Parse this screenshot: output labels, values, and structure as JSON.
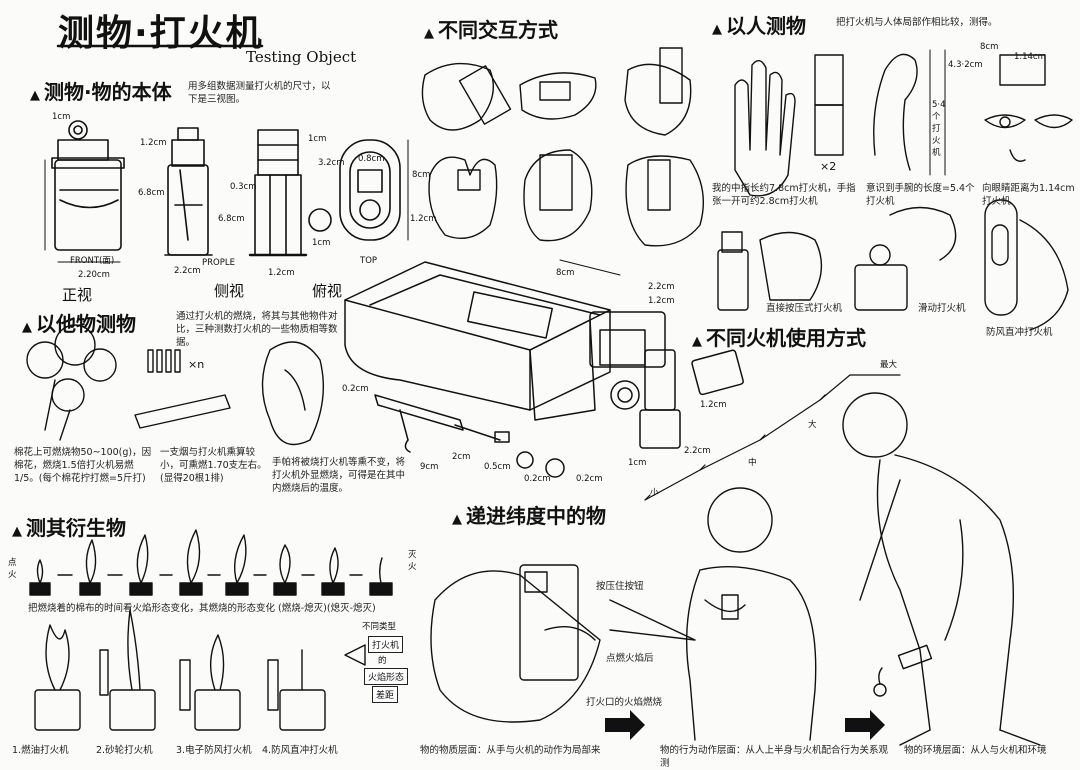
{
  "header": {
    "title": "测物·打火机",
    "subtitle": "Testing Object"
  },
  "sections": {
    "object_body": {
      "heading": "测物·物的本体",
      "note": "用多组数据测量打火机的尺寸，以下是三视图。",
      "views": [
        "正视",
        "侧视",
        "俯视"
      ],
      "view_tags": [
        "FRONT(面)",
        "PROPLE",
        "TOP"
      ],
      "dims": [
        "1cm",
        "1.2cm",
        "6.8cm",
        "0.3cm",
        "6.8cm",
        "3.2cm",
        "0.8cm",
        "8cm",
        "1.2cm",
        "1cm",
        "2.20cm",
        "2.2cm",
        "1.2cm",
        "1cm"
      ]
    },
    "interaction": {
      "heading": "不同交互方式"
    },
    "human": {
      "heading": "以人测物",
      "note": "把打火机与人体局部作相比较，测得。",
      "palm_note": "我的中指长约7.8cm打火机，手指张一开可约2.8cm打火机",
      "wrist_note": "意识到手腕的长度=5.4个打火机",
      "eye_note": "向眼睛距离为1.14cm打火机",
      "count": "×2",
      "dims": [
        "8cm",
        "4.3·2cm",
        "5·4个打火机",
        "1.14cm"
      ]
    },
    "other_objects": {
      "heading": "以他物测物",
      "note": "通过打火机的燃烧，将其与其他物件对比，三种测数打火机的一些物质相等数据。",
      "count_label": "×n",
      "cotton_note": "棉花上可燃烧物50~100(g)，因棉花，燃烧1.5倍打火机易燃1/5。(每个棉花拧打燃=5斤打)",
      "cigarette_note": "一支烟与打火机熏算较小，可熏燃1.70支左右。(显得20根1排)",
      "paper_note": "手帕将被烧打火机等熏不变，将打火机外显燃烧，可得是在其中内燃烧后的温度。"
    },
    "derivatives": {
      "heading": "测其衍生物",
      "side_left": "点火",
      "side_right": "灭火",
      "note": "把燃烧着的棉布的时间看火焰形态变化，其燃烧的形态变化 (燃烧-熄灭)(熄灭-熄灭)",
      "lighter_labels": [
        "1.燃油打火机",
        "2.砂轮打火机",
        "3.电子防风打火机",
        "4.防风直冲打火机"
      ],
      "legend_title": "不同类型",
      "legend_items": [
        "打火机",
        "的",
        "火焰形态",
        "差距"
      ]
    },
    "usage": {
      "heading": "不同火机使用方式",
      "exploded_dims": [
        "8cm",
        "2.2cm",
        "1.2cm",
        "0.2cm",
        "2cm",
        "0.5cm",
        "0.2cm",
        "0.2cm",
        "1cm",
        "1.2cm",
        "2.2cm",
        "9cm"
      ],
      "press_note": "直接按压式打火机",
      "wheel_note": "滑动打火机",
      "windproof_note": "防风直冲打火机"
    },
    "progressive": {
      "heading": "递进纬度中的物",
      "press_label": "按压住按钮",
      "flame_label": "打火口的火焰燃烧",
      "thumb_label": "点燃火焰后",
      "caption_1": "物的物质层面：从手与火机的动作为局部来",
      "caption_2": "物的行为动作层面：从人上半身与火机配合行为关系观测",
      "caption_3": "物的环境层面：从人与火机和环境"
    },
    "scale_axis": {
      "labels": [
        "小",
        "中",
        "大",
        "最大"
      ]
    }
  },
  "colors": {
    "ink": "#111111",
    "paper": "#fbfbf9"
  }
}
